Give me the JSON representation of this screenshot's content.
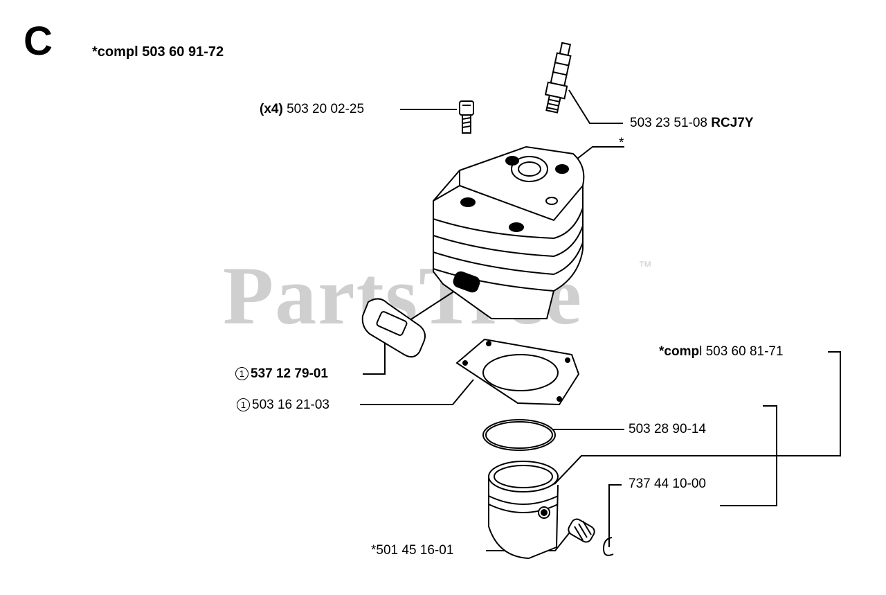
{
  "section_letter": "C",
  "title": "*compl 503 60 91-72",
  "watermark": {
    "text": "PartsTree",
    "trademark": "™"
  },
  "labels": {
    "screw": {
      "qty": "(x4)",
      "part": "503 20 02-25"
    },
    "spark_plug": {
      "part": "503 23 51-08",
      "code": "RCJ7Y"
    },
    "cylinder": {
      "part": "*"
    },
    "exhaust_gasket": {
      "ref": "1",
      "part": "537 12 79-01"
    },
    "base_gasket": {
      "ref": "1",
      "part": "503 16 21-03"
    },
    "piston_kit": {
      "prefix": "*comp",
      "suffix": "l 503 60 81-71"
    },
    "piston_ring": {
      "part": "503 28 90-14"
    },
    "circlip": {
      "part": "737 44 10-00"
    },
    "needle_bearing": {
      "part": "*501 45 16-01"
    }
  }
}
